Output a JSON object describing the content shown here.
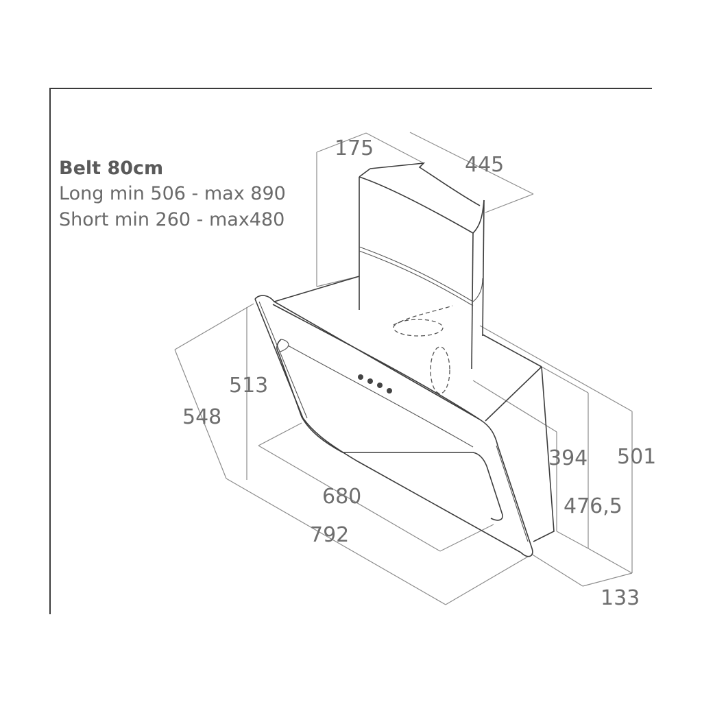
{
  "specs": {
    "title": "Belt 80cm",
    "long": "Long min 506 - max 890",
    "short": "Short min 260 - max480"
  },
  "dimensions": {
    "d175": "175",
    "d445": "445",
    "d513": "513",
    "d548": "548",
    "d394": "394",
    "d501": "501",
    "d476": "476,5",
    "d680": "680",
    "d792": "792",
    "d133": "133"
  }
}
